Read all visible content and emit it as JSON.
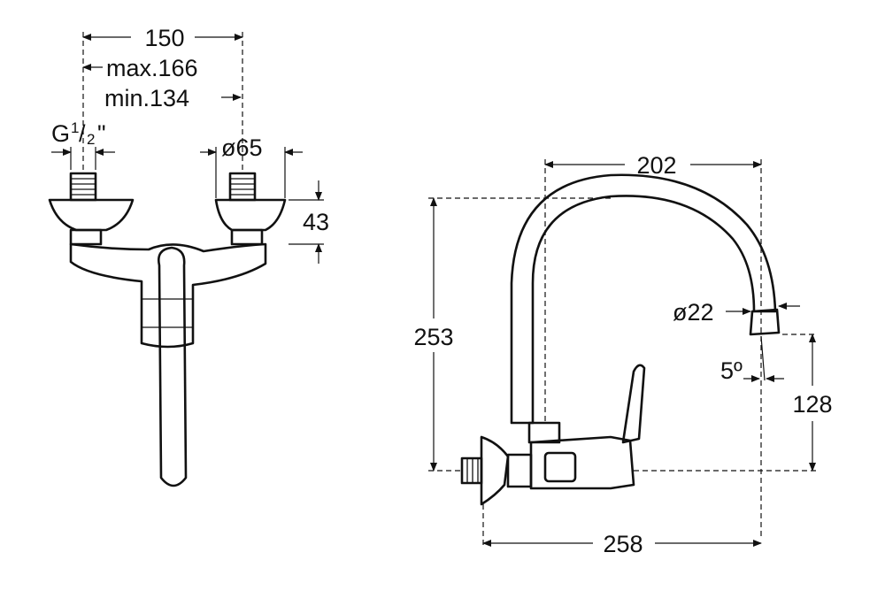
{
  "front_view": {
    "width_nominal": "150",
    "width_max": "max.166",
    "width_min": "min.134",
    "thread_g": "G",
    "thread_num": "1",
    "thread_slash": "/",
    "thread_den": "2",
    "thread_quote": "\"",
    "flange_diameter": "ø65",
    "height": "43"
  },
  "side_view": {
    "spout_reach": "202",
    "total_height": "253",
    "outlet_diameter": "ø22",
    "outlet_angle": "5º",
    "outlet_height": "128",
    "total_depth": "258"
  }
}
